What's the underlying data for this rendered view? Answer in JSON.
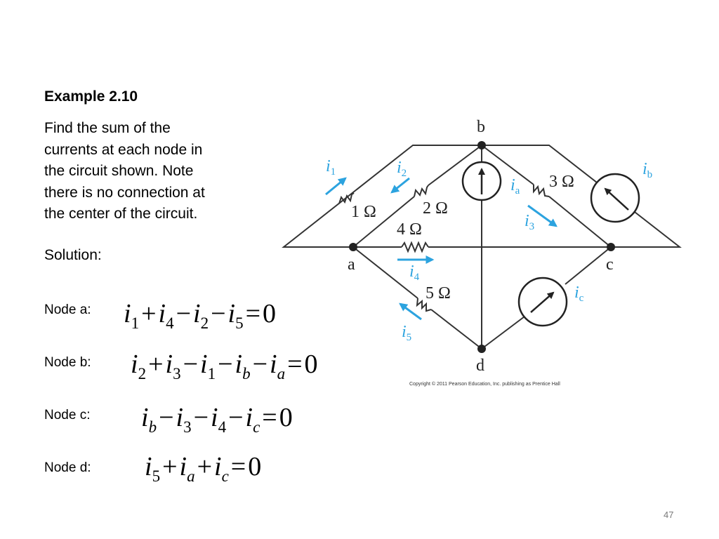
{
  "slide": {
    "title": "Example 2.10",
    "description_lines": [
      "Find the sum of the",
      "currents at each node in",
      "the circuit shown. Note",
      "there is no connection at",
      "the center of the circuit."
    ],
    "solution_label": "Solution:",
    "page_number": "47"
  },
  "equations": [
    {
      "label": "Node a:",
      "terms": [
        {
          "op": "",
          "v": "i",
          "s": "1",
          "si": false
        },
        {
          "op": "+",
          "v": "i",
          "s": "4",
          "si": false
        },
        {
          "op": "−",
          "v": "i",
          "s": "2",
          "si": false
        },
        {
          "op": "−",
          "v": "i",
          "s": "5",
          "si": false
        }
      ],
      "rhs": "0"
    },
    {
      "label": "Node b:",
      "terms": [
        {
          "op": "",
          "v": "i",
          "s": "2",
          "si": false
        },
        {
          "op": "+",
          "v": "i",
          "s": "3",
          "si": false
        },
        {
          "op": "−",
          "v": "i",
          "s": "1",
          "si": false
        },
        {
          "op": "−",
          "v": "i",
          "s": "b",
          "si": true
        },
        {
          "op": "−",
          "v": "i",
          "s": "a",
          "si": true
        }
      ],
      "rhs": "0"
    },
    {
      "label": "Node c:",
      "terms": [
        {
          "op": "",
          "v": "i",
          "s": "b",
          "si": true
        },
        {
          "op": "−",
          "v": "i",
          "s": "3",
          "si": false
        },
        {
          "op": "−",
          "v": "i",
          "s": "4",
          "si": false
        },
        {
          "op": "−",
          "v": "i",
          "s": "c",
          "si": true
        }
      ],
      "rhs": "0"
    },
    {
      "label": "Node d:",
      "terms": [
        {
          "op": "",
          "v": "i",
          "s": "5",
          "si": false
        },
        {
          "op": "+",
          "v": "i",
          "s": "a",
          "si": true
        },
        {
          "op": "+",
          "v": "i",
          "s": "c",
          "si": true
        }
      ],
      "rhs": "0"
    }
  ],
  "circuit": {
    "node_labels": {
      "a": "a",
      "b": "b",
      "c": "c",
      "d": "d"
    },
    "resistors": {
      "r1": "1 Ω",
      "r2": "2 Ω",
      "r3": "3 Ω",
      "r4": "4 Ω",
      "r5": "5 Ω"
    },
    "currents": {
      "i1": "1",
      "i2": "2",
      "i3": "3",
      "i4": "4",
      "i5": "5",
      "ia": "a",
      "ib": "b",
      "ic": "c"
    },
    "current_symbol": "i",
    "copyright": "Copyright © 2011 Pearson Education, Inc. publishing as Prentice Hall",
    "colors": {
      "wire": "#333333",
      "current_arrow": "#2ca3df"
    }
  }
}
